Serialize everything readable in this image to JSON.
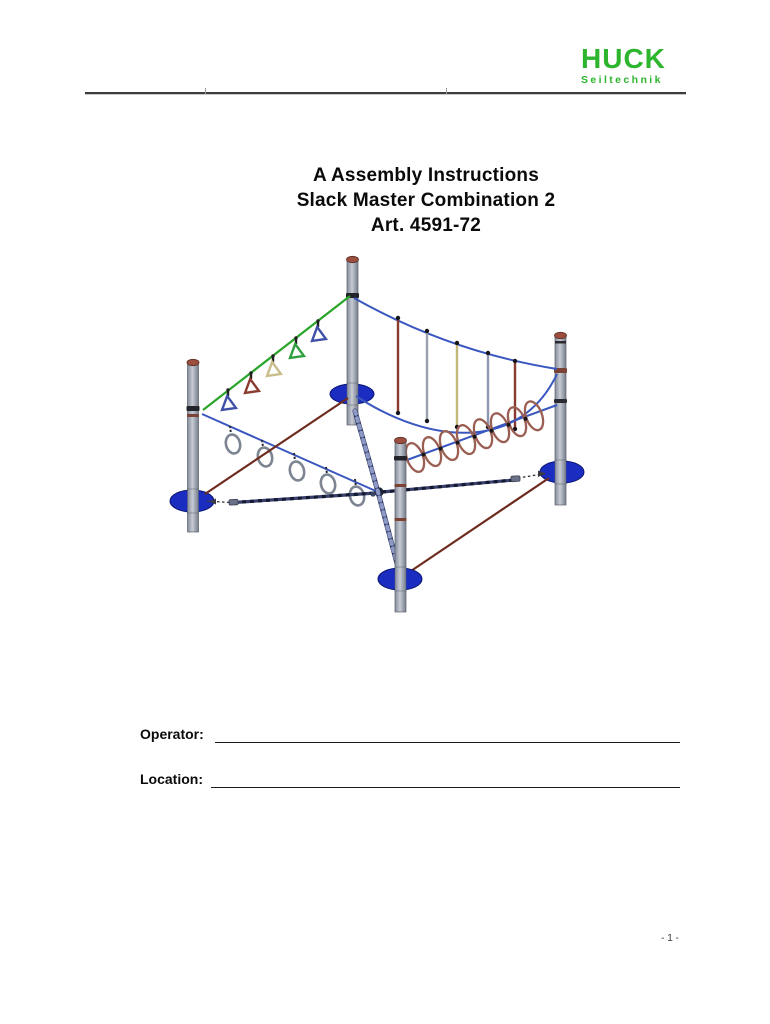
{
  "header": {
    "logo_brand": "HUCK",
    "logo_sub": "Seiltechnik",
    "brand_color": "#2db52d"
  },
  "title": {
    "line1": "A Assembly Instructions",
    "line2": "Slack Master Combination 2",
    "line3": "Art. 4591-72"
  },
  "form": {
    "operator_label": "Operator:",
    "operator_value": "",
    "location_label": "Location:",
    "location_value": ""
  },
  "footer": {
    "page_number": "- 1 -"
  },
  "illustration": {
    "name": "slack-master-combination-2",
    "description": "Isometric CAD rendering of a four-post rope play structure: steel posts with blue disc platforms, green triangle-grip traverse rope, hanging gym rings, vertical rope bridge, rope-loop bridge, beaded slacklines with turnbuckles and a spiral climbing rope",
    "colors": {
      "platform_blue": "#1b2cc0",
      "pole_gray": "#a7adb8",
      "rope_blue": "#3a57c0",
      "rope_green": "#2aa52a",
      "rope_brown": "#6e2b1f",
      "loop_red": "#9a5e52",
      "cap_red": "#9c4f3f"
    }
  }
}
